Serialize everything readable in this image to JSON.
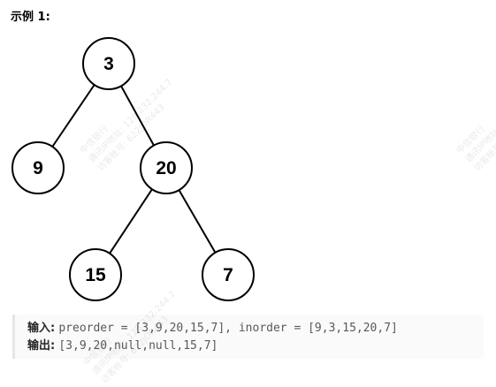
{
  "example_title": "示例 1:",
  "tree": {
    "nodes": [
      {
        "id": "n3",
        "label": "3"
      },
      {
        "id": "n9",
        "label": "9"
      },
      {
        "id": "n20",
        "label": "20"
      },
      {
        "id": "n15",
        "label": "15"
      },
      {
        "id": "n7",
        "label": "7"
      }
    ],
    "edges": [
      {
        "from": "n3",
        "to": "n9"
      },
      {
        "from": "n3",
        "to": "n20"
      },
      {
        "from": "n20",
        "to": "n15"
      },
      {
        "from": "n20",
        "to": "n7"
      }
    ]
  },
  "io": {
    "input_label": "输入:",
    "input_value": "preorder = [3,9,20,15,7], inorder = [9,3,15,20,7]",
    "output_label": "输出:",
    "output_value": "[3,9,20,null,null,15,7]"
  },
  "watermark": {
    "line1": "中信银行",
    "line2": "通讯IP地址: 128.232.244.7",
    "line3": "访客帐号: 622JOR443"
  }
}
